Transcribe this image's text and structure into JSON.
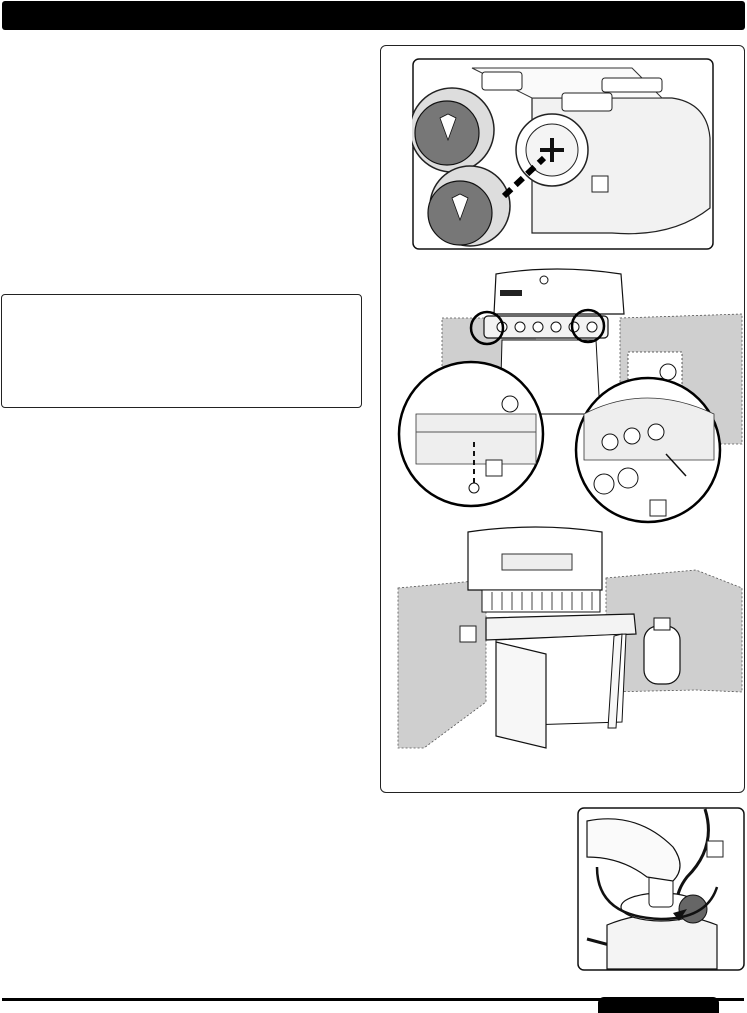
{
  "page": {
    "header_title": "",
    "footer_page_label": "",
    "colors": {
      "ink": "#000000",
      "wall_gray": "#cfcfcf",
      "shade": "#e6e6e6",
      "paper": "#ffffff"
    }
  },
  "figures": [
    {
      "id": "knob-install",
      "icon": "burner-knob-illustration"
    },
    {
      "id": "grill-side-detail",
      "icon": "grill-enclosure-detail-illustration"
    },
    {
      "id": "grill-in-enclosure",
      "icon": "grill-in-enclosure-illustration"
    },
    {
      "id": "tank-connect",
      "icon": "propane-tank-connection-illustration"
    }
  ]
}
